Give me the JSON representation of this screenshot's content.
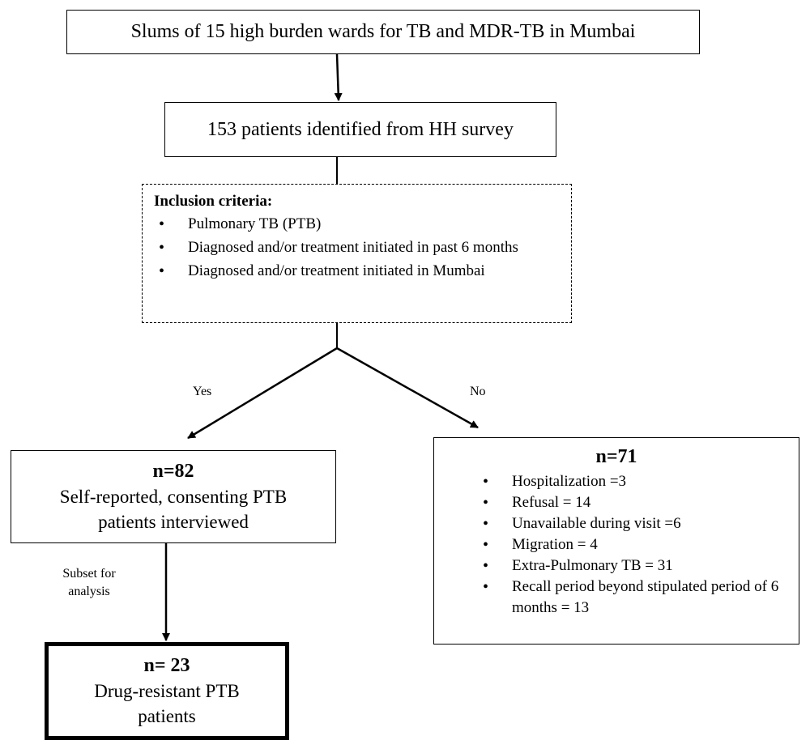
{
  "top_box": {
    "text": "Slums of 15 high burden wards for TB and MDR-TB in Mumbai"
  },
  "survey_box": {
    "text": "153 patients identified from HH survey"
  },
  "criteria_box": {
    "heading": "Inclusion criteria:",
    "items": [
      "Pulmonary TB (PTB)",
      "Diagnosed and/or treatment initiated in past 6 months",
      "Diagnosed and/or treatment initiated in Mumbai"
    ]
  },
  "branch_labels": {
    "yes": "Yes",
    "no": "No",
    "subset": "Subset for analysis"
  },
  "yes_box": {
    "count": "n=82",
    "line1": "Self-reported, consenting PTB",
    "line2": "patients interviewed"
  },
  "no_box": {
    "count": "n=71",
    "items": [
      "Hospitalization =3",
      "Refusal = 14",
      "Unavailable during visit =6",
      "Migration = 4",
      "Extra-Pulmonary TB = 31",
      "Recall period beyond stipulated period of 6 months = 13"
    ]
  },
  "final_box": {
    "count": "n= 23",
    "line1": "Drug-resistant PTB",
    "line2": "patients"
  }
}
